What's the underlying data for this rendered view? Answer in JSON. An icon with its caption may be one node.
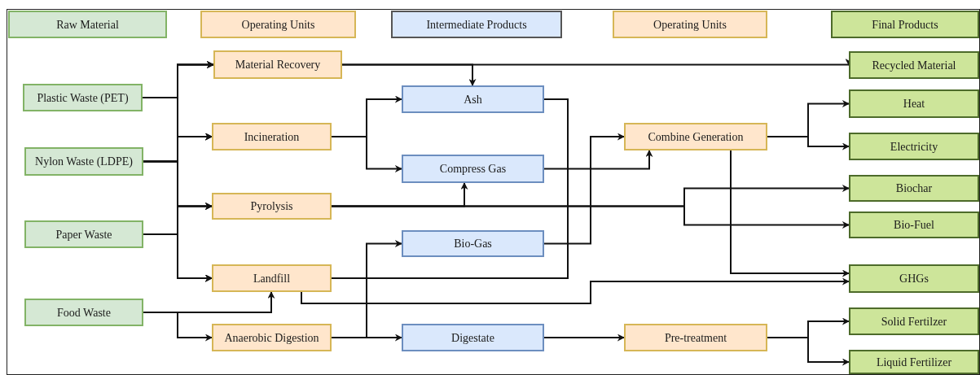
{
  "diagram": {
    "nodes": [
      {
        "text": [
          "Raw Material"
        ]
      },
      {
        "text": [
          "Operating Units"
        ]
      },
      {
        "text": [
          "Intermediate Products"
        ]
      },
      {
        "text": [
          "Operating Units"
        ]
      },
      {
        "text": [
          "Final Products"
        ]
      },
      {
        "text": [
          "Plastic Waste (PET)"
        ]
      },
      {
        "text": [
          "Nylon Waste (LDPE)"
        ]
      },
      {
        "text": [
          "Paper Waste"
        ]
      },
      {
        "text": [
          "Food Waste"
        ]
      },
      {
        "text": [
          "Material Recovery"
        ]
      },
      {
        "text": [
          "Incineration"
        ]
      },
      {
        "text": [
          "Pyrolysis"
        ]
      },
      {
        "text": [
          "Landfill"
        ]
      },
      {
        "text": [
          "Anaerobic Digestion"
        ]
      },
      {
        "text": [
          "Ash"
        ]
      },
      {
        "text": [
          "Compress Gas"
        ]
      },
      {
        "text": [
          "Bio-Gas"
        ]
      },
      {
        "text": [
          "Digestate"
        ]
      },
      {
        "text": [
          "Combine Generation"
        ]
      },
      {
        "text": [
          "Pre-treatment"
        ]
      },
      {
        "text": [
          "Recycled Material"
        ]
      },
      {
        "text": [
          "Heat"
        ]
      },
      {
        "text": [
          "Electricity"
        ]
      },
      {
        "text": [
          "Biochar"
        ]
      },
      {
        "text": [
          "Bio-Fuel"
        ]
      },
      {
        "text": [
          "GHGs"
        ]
      },
      {
        "text": [
          "Solid Fertilzer"
        ]
      },
      {
        "text": [
          "Liquid Fertilizer"
        ]
      }
    ],
    "edges": [
      {
        "from": 5,
        "to": 9,
        "arrow": "to"
      },
      {
        "from": 5,
        "to": 10,
        "arrow": "to"
      },
      {
        "from": 5,
        "to": 11,
        "arrow": "to"
      },
      {
        "from": 5,
        "to": 12,
        "arrow": "to"
      },
      {
        "from": 6,
        "to": 9,
        "arrow": "to"
      },
      {
        "from": 6,
        "to": 10,
        "arrow": "to"
      },
      {
        "from": 6,
        "to": 11,
        "arrow": "to"
      },
      {
        "from": 6,
        "to": 12,
        "arrow": "to"
      },
      {
        "from": 7,
        "to": 9,
        "arrow": "to"
      },
      {
        "from": 7,
        "to": 10,
        "arrow": "to"
      },
      {
        "from": 7,
        "to": 11,
        "arrow": "to"
      },
      {
        "from": 7,
        "to": 12,
        "arrow": "to"
      },
      {
        "from": 8,
        "to": 12,
        "arrow": "to"
      },
      {
        "from": 8,
        "to": 13,
        "arrow": "to"
      },
      {
        "from": 9,
        "to": 14,
        "arrow": "to"
      },
      {
        "from": 9,
        "to": 20,
        "arrow": "to"
      },
      {
        "from": 10,
        "to": 14,
        "arrow": "to"
      },
      {
        "from": 10,
        "to": 15,
        "arrow": "to"
      },
      {
        "from": 11,
        "to": 15,
        "arrow": "to"
      },
      {
        "from": 11,
        "to": 23,
        "arrow": "to"
      },
      {
        "from": 11,
        "to": 24,
        "arrow": "to"
      },
      {
        "from": 13,
        "to": 16,
        "arrow": "to"
      },
      {
        "from": 13,
        "to": 17,
        "arrow": "to"
      },
      {
        "from": 14,
        "to": 12,
        "arrow": "to"
      },
      {
        "from": 15,
        "to": 18,
        "arrow": "to"
      },
      {
        "from": 16,
        "to": 18,
        "arrow": "to"
      },
      {
        "from": 12,
        "to": 25,
        "arrow": "to"
      },
      {
        "from": 18,
        "to": 25,
        "arrow": "to"
      },
      {
        "from": 18,
        "to": 21,
        "arrow": "to"
      },
      {
        "from": 18,
        "to": 22,
        "arrow": "to"
      },
      {
        "from": 17,
        "to": 19,
        "arrow": "to"
      },
      {
        "from": 19,
        "to": 26,
        "arrow": "to"
      },
      {
        "from": 19,
        "to": 27,
        "arrow": "to"
      }
    ]
  }
}
